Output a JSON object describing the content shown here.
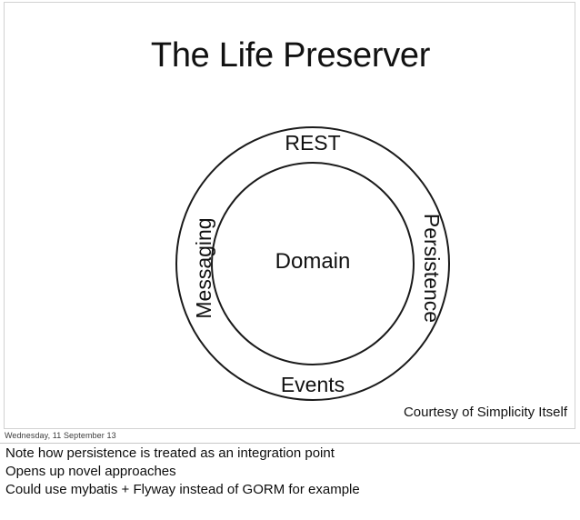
{
  "slide": {
    "title": "The Life Preserver",
    "courtesy": "Courtesy of Simplicity Itself",
    "diagram": {
      "name": "life-preserver",
      "core_label": "Domain",
      "ring_labels": {
        "top": "REST",
        "right": "Persistence",
        "bottom": "Events",
        "left": "Messaging"
      },
      "stroke_color": "#1a1a1a",
      "fill_color": "#ffffff"
    }
  },
  "footer": {
    "date": "Wednesday, 11 September 13"
  },
  "notes": {
    "lines": [
      "Note how persistence is treated as an integration point",
      "Opens up novel approaches",
      "Could use mybatis + Flyway instead of GORM for example"
    ]
  }
}
